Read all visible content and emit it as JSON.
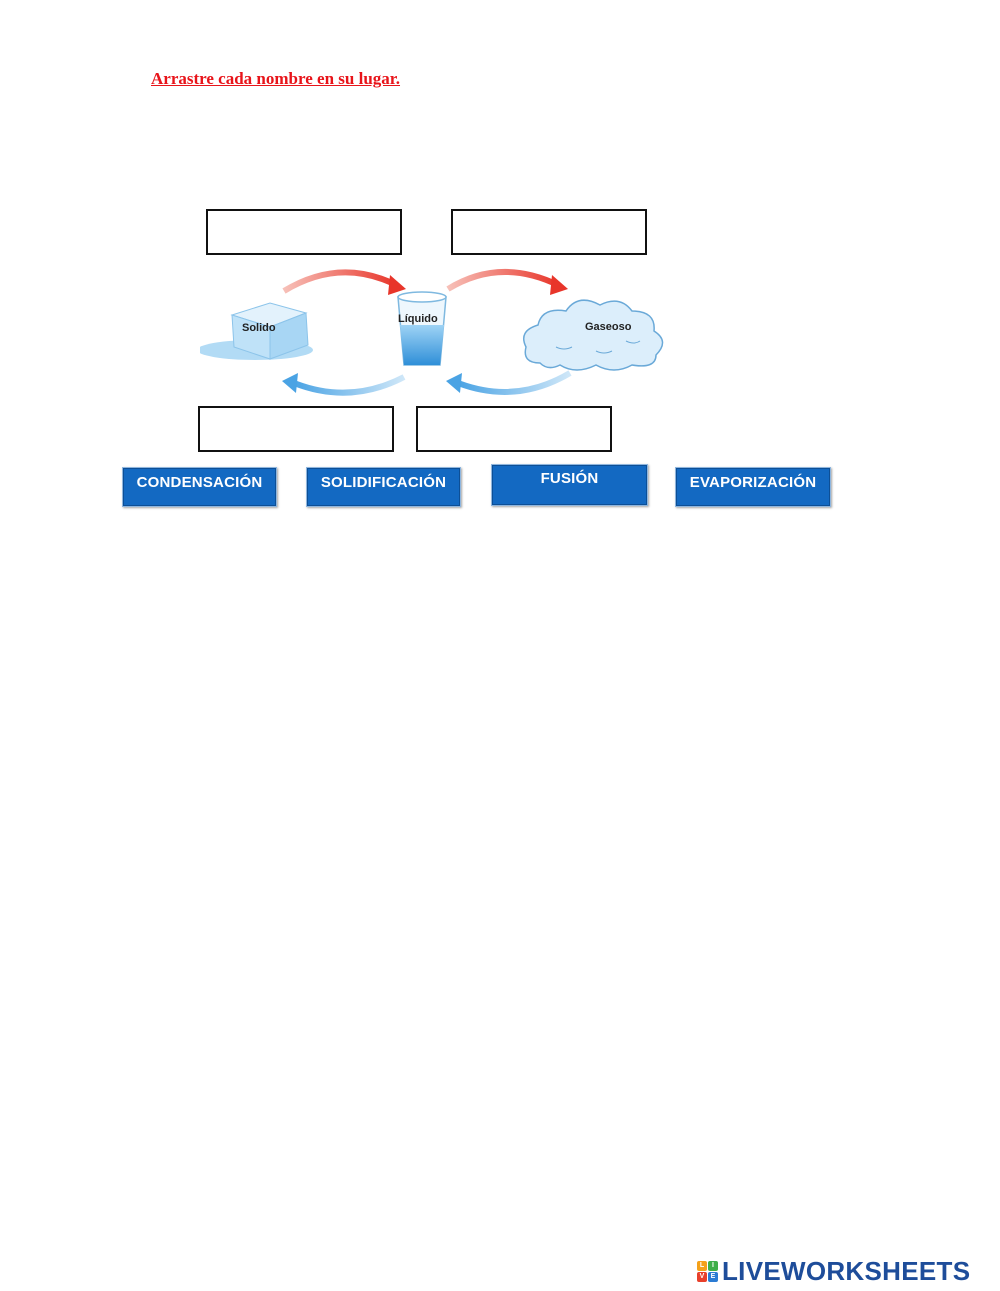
{
  "instruction": "Arrastre cada nombre en su lugar.",
  "diagram": {
    "solid_label": "Solido",
    "liquid_label": "Líquido",
    "gas_label": "Gaseoso"
  },
  "word_bank": [
    {
      "label": "CONDENSACIÓN"
    },
    {
      "label": "SOLIDIFICACIÓN"
    },
    {
      "label": "FUSIÓN"
    },
    {
      "label": "EVAPORIZACIÓN"
    }
  ],
  "brand": {
    "name": "LIVEWORKSHEETS",
    "logo_letters": [
      "L",
      "I",
      "V",
      "E"
    ],
    "logo_colors": [
      "#f4a11a",
      "#3fae49",
      "#e8402b",
      "#2b7bd3"
    ]
  },
  "colors": {
    "instruction": "#e8141a",
    "chip_bg": "#1369c2",
    "arrow_warm": "#e8352a",
    "arrow_cool": "#5aaee8",
    "brand_text": "#1e4d9a"
  }
}
